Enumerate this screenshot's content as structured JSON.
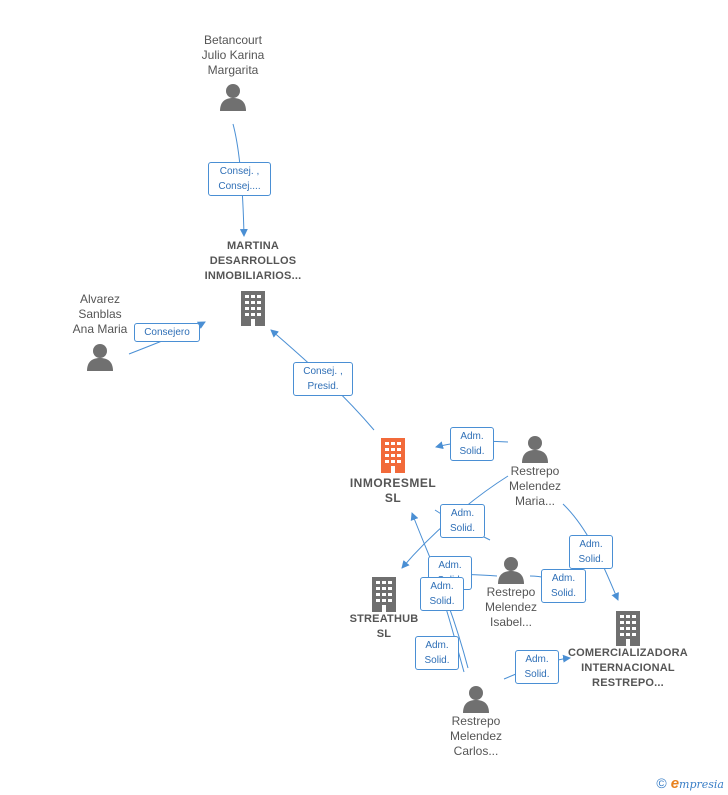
{
  "colors": {
    "edge": "#4a8fd4",
    "person_icon": "#707070",
    "company_icon": "#6f6f6f",
    "focus_company_icon": "#f26a3a",
    "label": "#555555"
  },
  "nodes": {
    "betancourt": {
      "label": "Betancourt\nJulio Karina\nMargarita",
      "icon": "person-icon"
    },
    "martina": {
      "label": "MARTINA\nDESARROLLOS\nINMOBILIARIOS...",
      "icon": "building-icon"
    },
    "alvarez": {
      "label": "Alvarez\nSanblas\nAna Maria",
      "icon": "person-icon"
    },
    "inmoresmel": {
      "label": "INMORESMEL\nSL",
      "icon": "building-icon"
    },
    "restrepo_maria": {
      "label": "Restrepo\nMelendez\nMaria...",
      "icon": "person-icon"
    },
    "streathub": {
      "label": "STREATHUB\nSL",
      "icon": "building-icon"
    },
    "restrepo_isabel": {
      "label": "Restrepo\nMelendez\nIsabel...",
      "icon": "person-icon"
    },
    "comercializadora": {
      "label": "COMERCIALIZADORA\nINTERNACIONAL\nRESTREPO...",
      "icon": "building-icon"
    },
    "restrepo_carlos": {
      "label": "Restrepo\nMelendez\nCarlos...",
      "icon": "person-icon"
    }
  },
  "relations": {
    "betancourt_martina": "Consej. ,\nConsej....",
    "alvarez_martina": "Consejero",
    "inmoresmel_martina": "Consej. ,\nPresid.",
    "maria_inmoresmel": "Adm.\nSolid.",
    "maria_streathub": "Adm.\nSolid.",
    "maria_comercializadora": "Adm.\nSolid.",
    "isabel_streathub": "Adm.\nSolid.",
    "isabel_comercializadora": "Adm.\nSolid.",
    "carlos_inmoresmel": "Adm.\nSolid.",
    "carlos_streathub": "Adm.\nSolid.",
    "carlos_comercializadora": "Adm.\nSolid."
  },
  "footer": {
    "copyright": "©",
    "brand_initial": "e",
    "brand_rest": "mpresia"
  }
}
